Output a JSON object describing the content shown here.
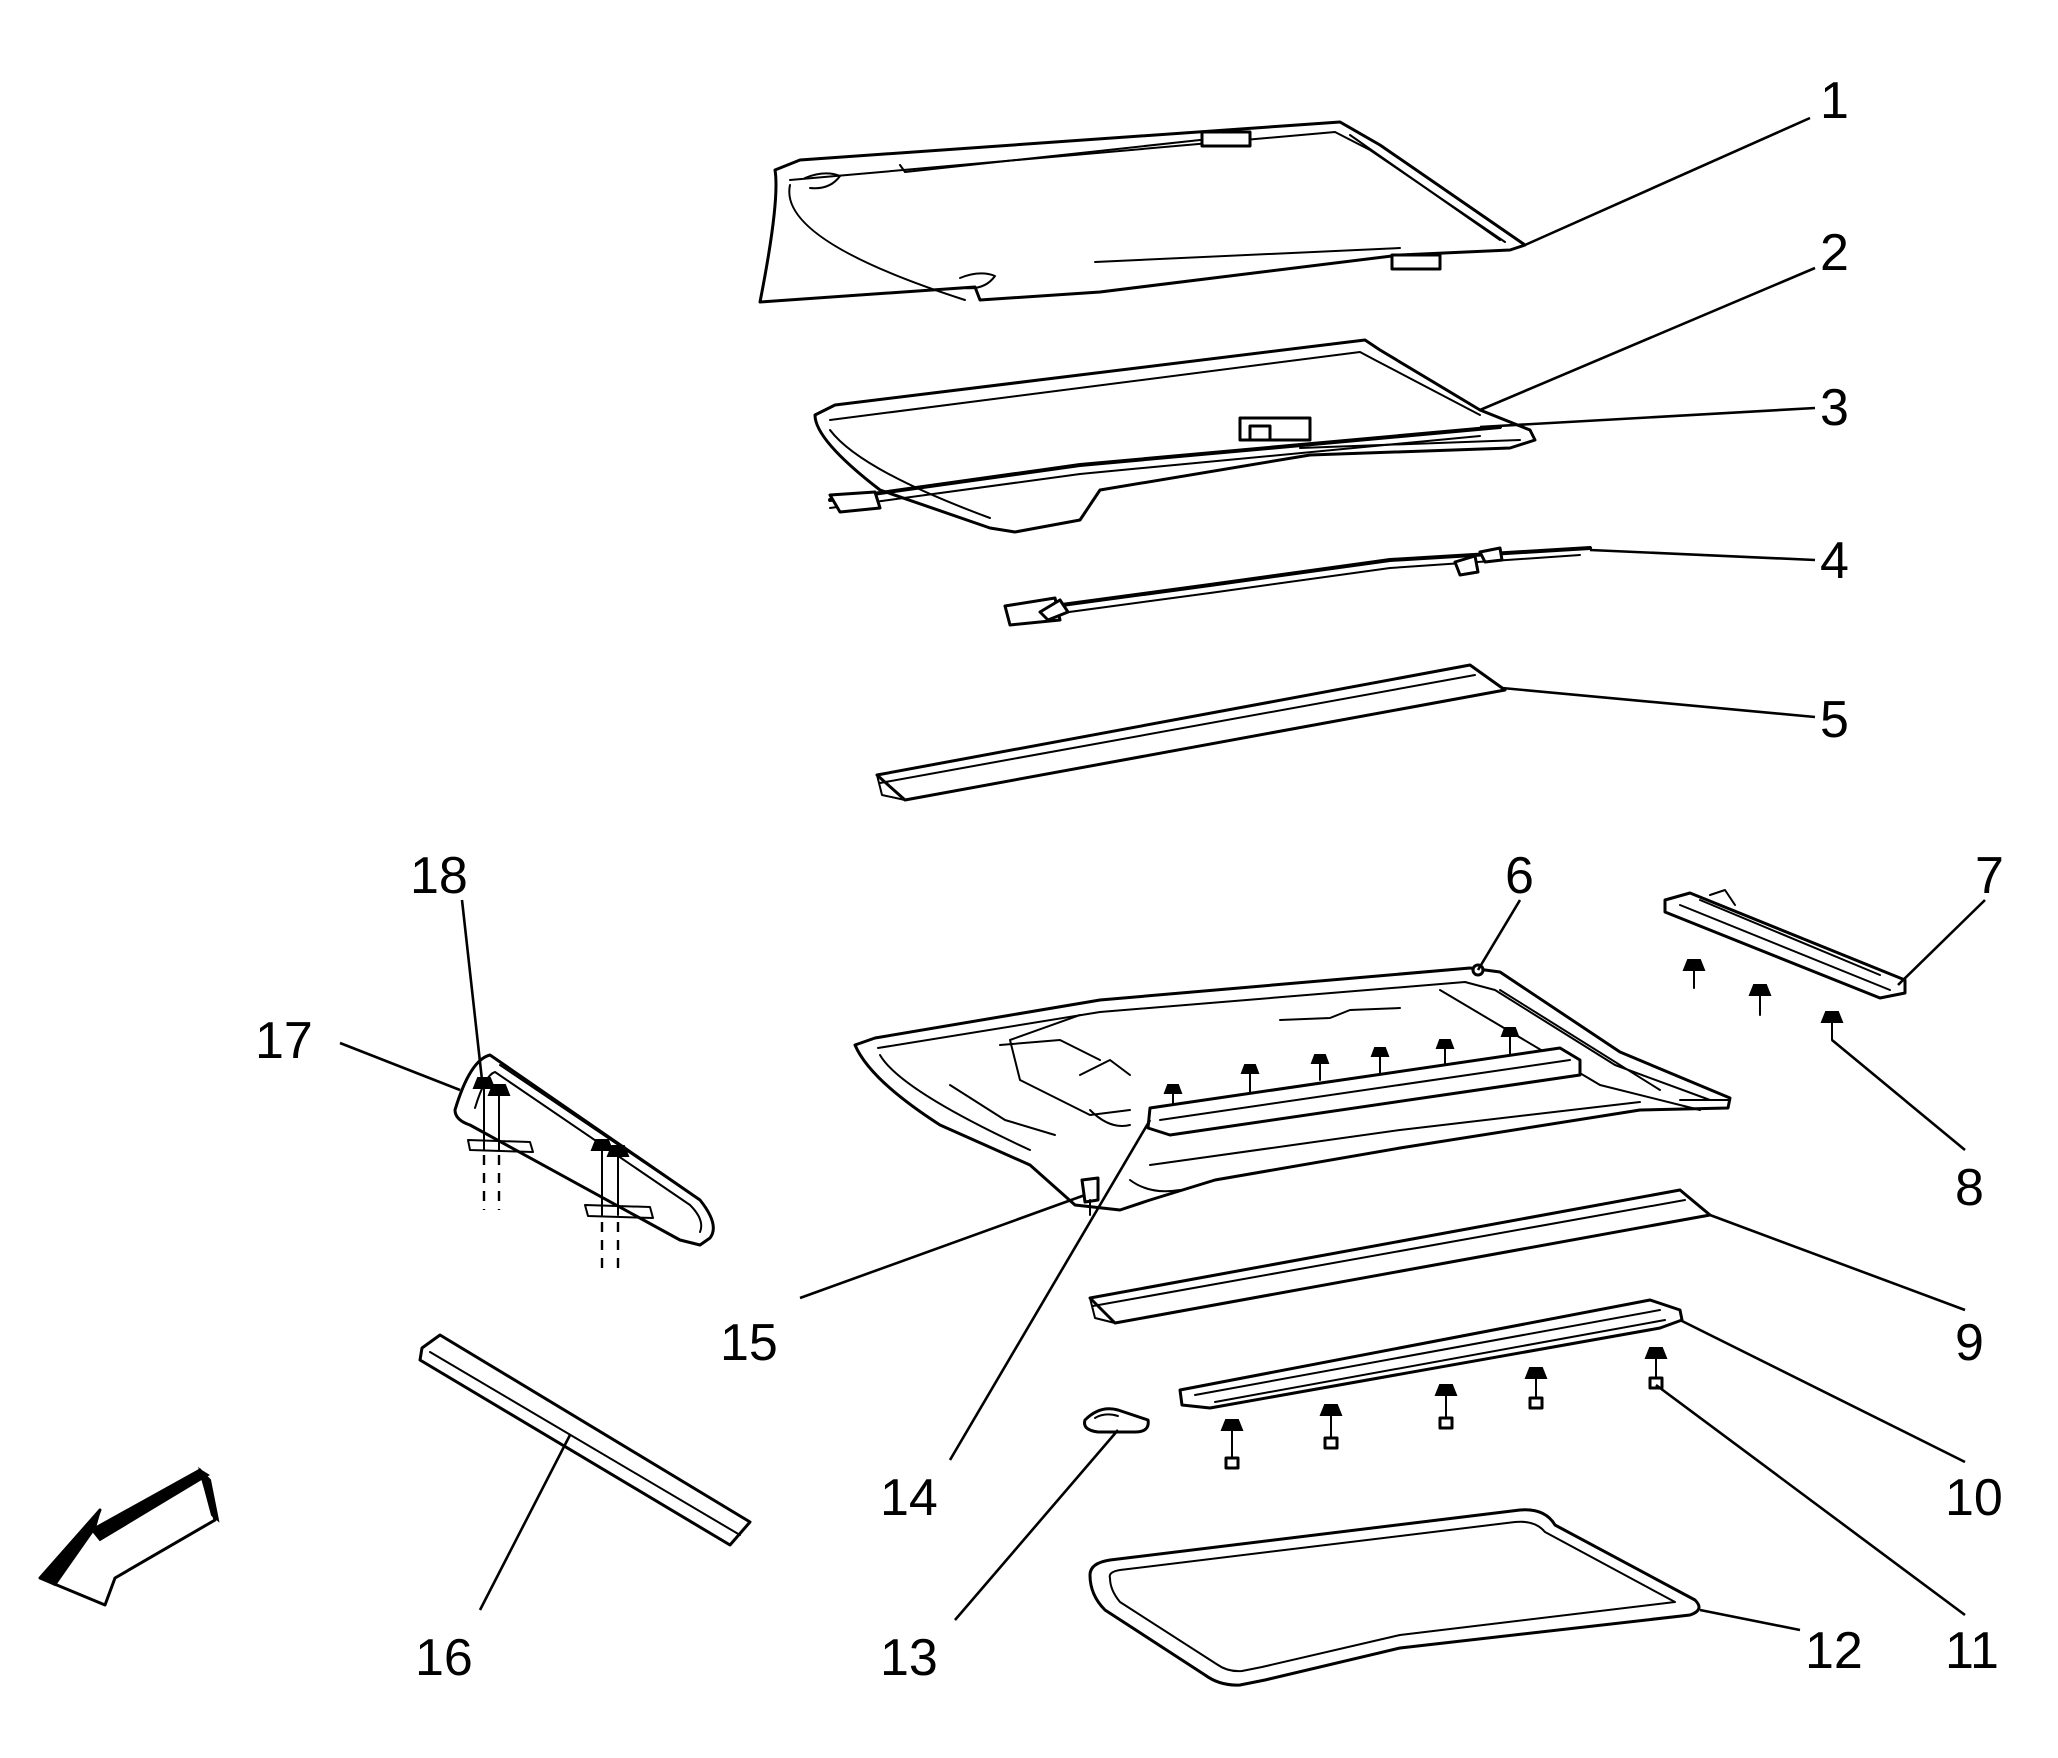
{
  "callouts": [
    {
      "id": "1",
      "label": "1"
    },
    {
      "id": "2",
      "label": "2"
    },
    {
      "id": "3",
      "label": "3"
    },
    {
      "id": "4",
      "label": "4"
    },
    {
      "id": "5",
      "label": "5"
    },
    {
      "id": "6",
      "label": "6"
    },
    {
      "id": "7",
      "label": "7"
    },
    {
      "id": "8",
      "label": "8"
    },
    {
      "id": "9",
      "label": "9"
    },
    {
      "id": "10",
      "label": "10"
    },
    {
      "id": "11",
      "label": "11"
    },
    {
      "id": "12",
      "label": "12"
    },
    {
      "id": "13",
      "label": "13"
    },
    {
      "id": "14",
      "label": "14"
    },
    {
      "id": "15",
      "label": "15"
    },
    {
      "id": "16",
      "label": "16"
    },
    {
      "id": "17",
      "label": "17"
    },
    {
      "id": "18",
      "label": "18"
    }
  ],
  "icons": {
    "direction_arrow": "front-direction-arrow-icon"
  },
  "colors": {
    "line": "#000000",
    "background": "#ffffff"
  }
}
